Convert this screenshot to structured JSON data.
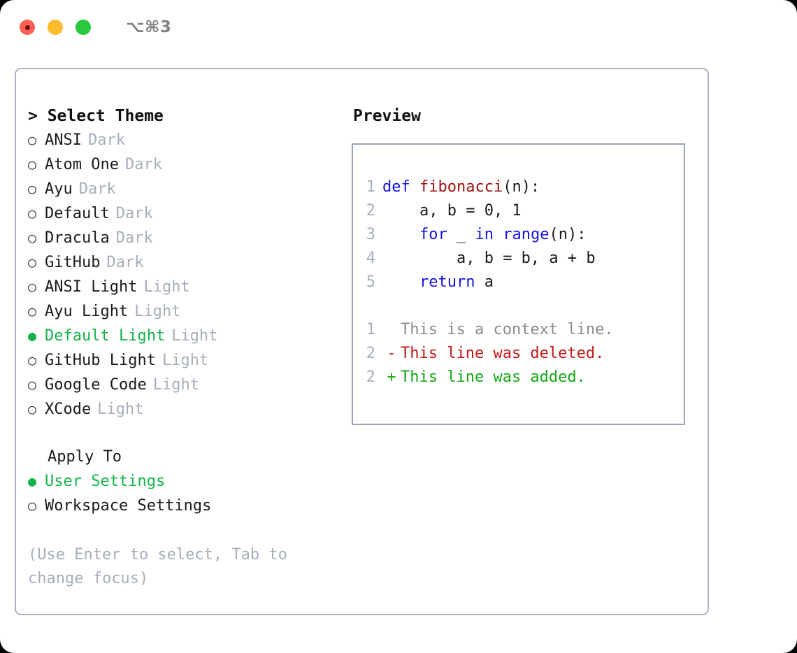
{
  "titlebar": {
    "shortcut": "⌥⌘3",
    "dots": [
      "close",
      "minimize",
      "maximize"
    ]
  },
  "theme_picker": {
    "header": "> Select Theme",
    "items": [
      {
        "marker": "○",
        "label": "ANSI",
        "tag": "Dark",
        "selected": false
      },
      {
        "marker": "○",
        "label": "Atom One",
        "tag": "Dark",
        "selected": false
      },
      {
        "marker": "○",
        "label": "Ayu",
        "tag": "Dark",
        "selected": false
      },
      {
        "marker": "○",
        "label": "Default",
        "tag": "Dark",
        "selected": false
      },
      {
        "marker": "○",
        "label": "Dracula",
        "tag": "Dark",
        "selected": false
      },
      {
        "marker": "○",
        "label": "GitHub",
        "tag": "Dark",
        "selected": false
      },
      {
        "marker": "○",
        "label": "ANSI Light",
        "tag": "Light",
        "selected": false
      },
      {
        "marker": "○",
        "label": "Ayu Light",
        "tag": "Light",
        "selected": false
      },
      {
        "marker": "●",
        "label": "Default Light",
        "tag": "Light",
        "selected": true
      },
      {
        "marker": "○",
        "label": "GitHub Light",
        "tag": "Light",
        "selected": false
      },
      {
        "marker": "○",
        "label": "Google Code",
        "tag": "Light",
        "selected": false
      },
      {
        "marker": "○",
        "label": "XCode",
        "tag": "Light",
        "selected": false
      }
    ]
  },
  "apply_to": {
    "header": "Apply To",
    "items": [
      {
        "marker": "●",
        "label": "User Settings",
        "selected": true
      },
      {
        "marker": "○",
        "label": "Workspace Settings",
        "selected": false
      }
    ]
  },
  "hint": "(Use Enter to select, Tab to change focus)",
  "preview": {
    "title": "Preview",
    "code_lines": [
      {
        "no": "1",
        "indent": "",
        "tokens": [
          {
            "t": "def",
            "k": "kw"
          },
          {
            "t": " ",
            "k": "plain"
          },
          {
            "t": "fibonacci",
            "k": "fn"
          },
          {
            "t": "(n):",
            "k": "plain"
          }
        ]
      },
      {
        "no": "2",
        "indent": "    ",
        "tokens": [
          {
            "t": "a, b = 0, 1",
            "k": "plain"
          }
        ]
      },
      {
        "no": "3",
        "indent": "    ",
        "tokens": [
          {
            "t": "for",
            "k": "kw"
          },
          {
            "t": " _ ",
            "k": "plain"
          },
          {
            "t": "in",
            "k": "kw"
          },
          {
            "t": " ",
            "k": "plain"
          },
          {
            "t": "range",
            "k": "kw"
          },
          {
            "t": "(n):",
            "k": "plain"
          }
        ]
      },
      {
        "no": "4",
        "indent": "        ",
        "tokens": [
          {
            "t": "a, b = b, a + b",
            "k": "plain"
          }
        ]
      },
      {
        "no": "5",
        "indent": "    ",
        "tokens": [
          {
            "t": "return",
            "k": "kw"
          },
          {
            "t": " a",
            "k": "plain"
          }
        ]
      }
    ],
    "diff_lines": [
      {
        "no": "1",
        "mark": "",
        "text": "This is a context line.",
        "kind": "ctx"
      },
      {
        "no": "2",
        "mark": "-",
        "text": "This line was deleted.",
        "kind": "del"
      },
      {
        "no": "2",
        "mark": "+",
        "text": "This line was added.",
        "kind": "add"
      }
    ]
  },
  "colors": {
    "accent_green": "#15b34a",
    "muted": "#a6aebb",
    "border": "#aab3c0",
    "keyword_blue": "#1414e6",
    "function_red": "#a11212",
    "diff_delete": "#c41717",
    "diff_add": "#14a814",
    "dot_red": "#fc5f57",
    "dot_yellow": "#fdbc2e",
    "dot_green": "#28c83f"
  }
}
